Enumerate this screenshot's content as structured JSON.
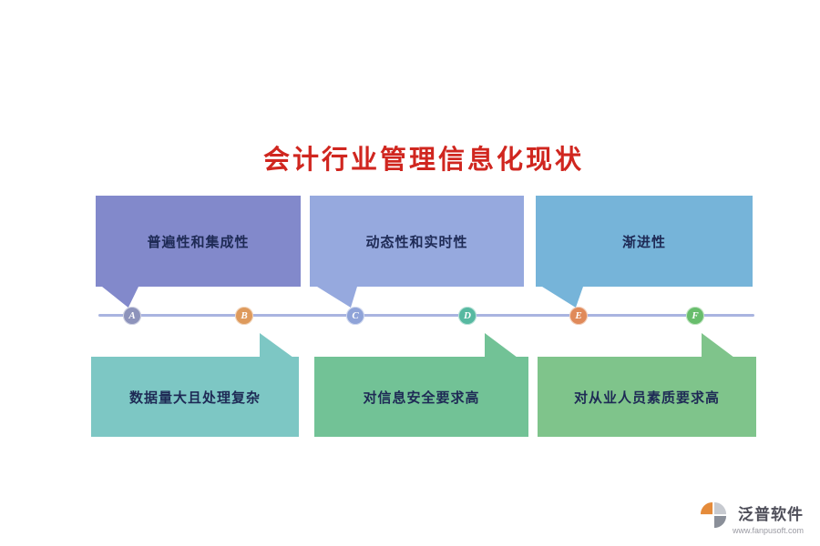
{
  "title": {
    "text": "会计行业管理信息化现状",
    "color": "#d0261f"
  },
  "timeline": {
    "line_color": "#a9b4e0",
    "nodes": [
      {
        "letter": "A",
        "color": "#8d93bb"
      },
      {
        "letter": "B",
        "color": "#de9a5c"
      },
      {
        "letter": "C",
        "color": "#8fa3d8"
      },
      {
        "letter": "D",
        "color": "#57b9a1"
      },
      {
        "letter": "E",
        "color": "#e08a5a"
      },
      {
        "letter": "F",
        "color": "#68bd6c"
      }
    ]
  },
  "features_top": [
    {
      "label": "普遍性和集成性",
      "color": "#8289cb"
    },
    {
      "label": "动态性和实时性",
      "color": "#96a9de"
    },
    {
      "label": "渐进性",
      "color": "#76b4d9"
    }
  ],
  "features_bottom": [
    {
      "label": "数据量大且处理复杂",
      "color": "#7dc7c4"
    },
    {
      "label": "对信息安全要求高",
      "color": "#72c296"
    },
    {
      "label": "对从业人员素质要求高",
      "color": "#7fc48b"
    }
  ],
  "footer": {
    "brand": "泛普软件",
    "url": "www.fanpusoft.com",
    "logo_orange": "#e58b3a",
    "logo_gray": "#8a8f99"
  }
}
